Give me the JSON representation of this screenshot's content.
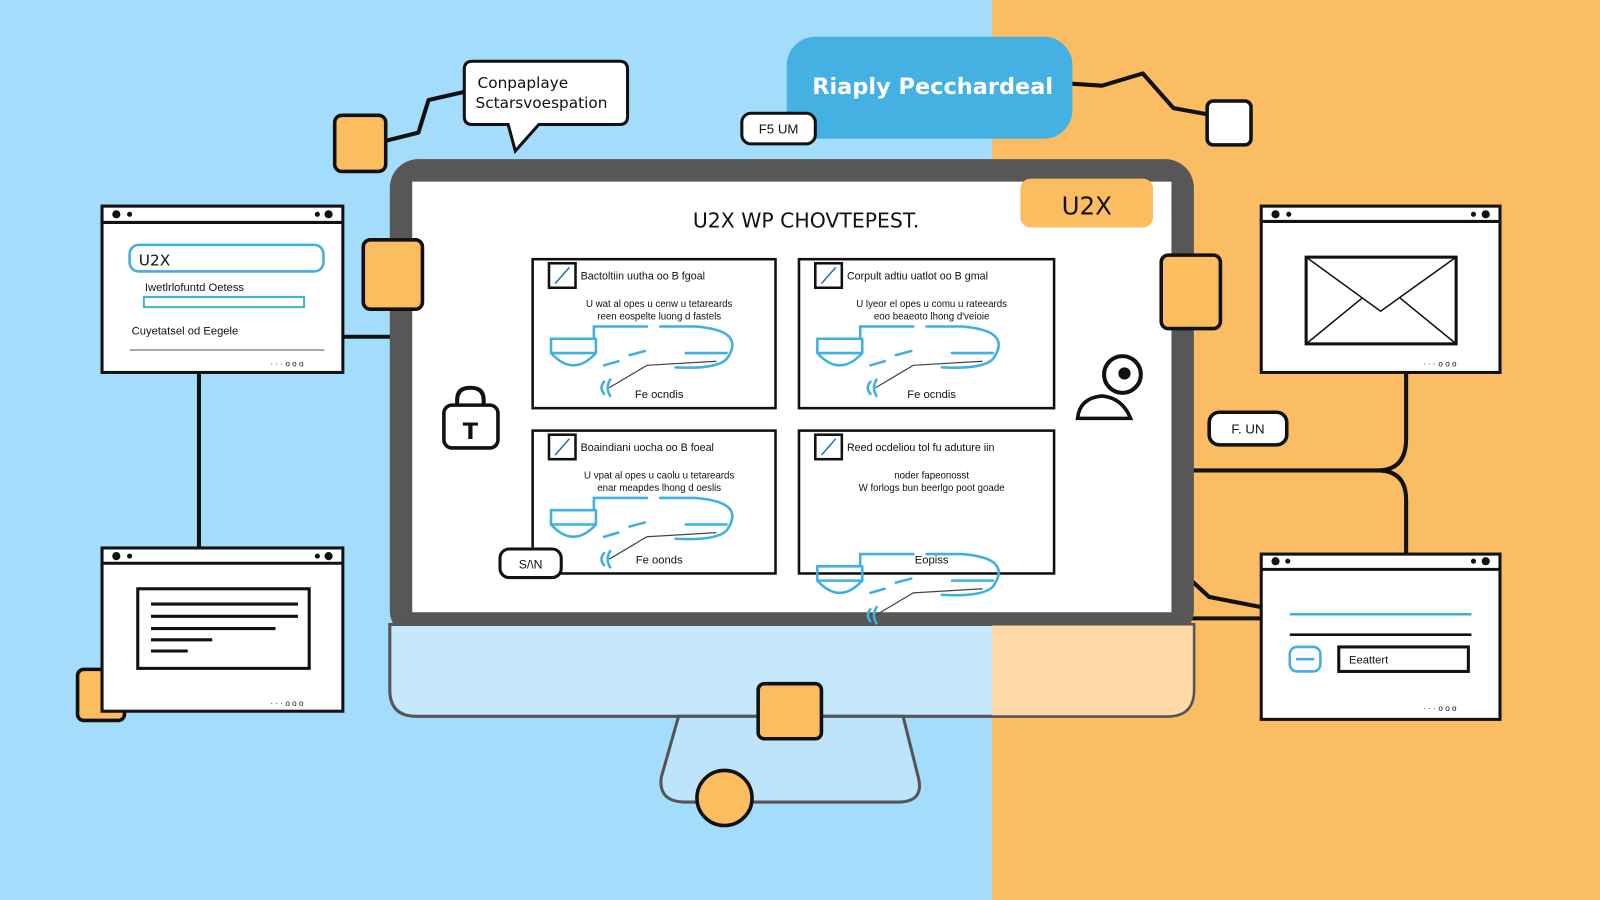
{
  "colors": {
    "bg_left": "#a4ddfb",
    "bg_right": "#fbbd63",
    "accent_blue": "#45b1e3",
    "accent_orange": "#fbbd5f",
    "monitor": "#575757"
  },
  "speech_bubble": {
    "line1": "Conpaplaye",
    "line2": "Sctarsvoespation"
  },
  "header_pill": {
    "label": "Riaply Pecchardeal"
  },
  "badges": {
    "top": "F5 UM",
    "right": "F. UN",
    "screen": "S/\\N"
  },
  "monitor": {
    "title": "U2X WP CHOVTEPEST.",
    "badge": "U2X",
    "cards": [
      {
        "title": "Bactoltiin uutha oo B fgoal",
        "body1": "U wat al opes u cenw u tetareards",
        "body2": "reen eospelte luong d fastels",
        "footer": "Fe ocndis"
      },
      {
        "title": "Corpult adtiu uatlot oo B gmal",
        "body1": "U lyeor el opes u comu u rateeards",
        "body2": "eoo beaeoto lhong d'veioie",
        "footer": "Fe ocndis"
      },
      {
        "title": "Boaindiani uocha oo B foeal",
        "body1": "U vpat al opes u caolu u tetareards",
        "body2": "enar meapdes lhong d oeslis",
        "footer": "Fe oonds"
      },
      {
        "title": "Reed ocdeliou tol fu aduture iin",
        "body1": "noder fapeonosst",
        "body2": "W forlogs bun beerlgo poot goade",
        "footer": "Eopiss"
      }
    ]
  },
  "left_window_top": {
    "input_value": "U2X",
    "label": "Iwetlrlofuntd Oetess",
    "caption": "Cuyetatsel od Eegele"
  },
  "right_window_bottom": {
    "input_value": "Eeattert"
  },
  "icons": [
    "lock-icon",
    "user-webcam-icon",
    "envelope-icon",
    "checkbox-icon",
    "minus-icon"
  ]
}
